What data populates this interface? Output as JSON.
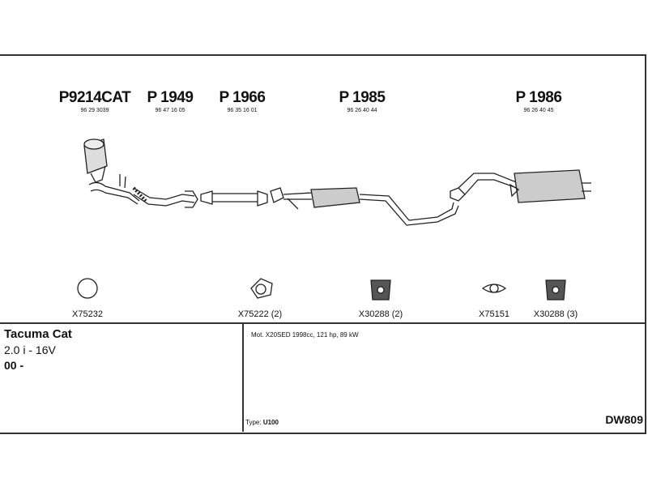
{
  "parts": [
    {
      "number": "P9214CAT",
      "oe": "96 29 3039"
    },
    {
      "number": "P 1949",
      "oe": "96 47 16 05"
    },
    {
      "number": "P 1966",
      "oe": "96 35 16 01"
    },
    {
      "number": "P 1985",
      "oe": "96 26 40 44"
    },
    {
      "number": "P 1986",
      "oe": "96 26 40 45"
    }
  ],
  "accessories": [
    {
      "code": "X75232",
      "icon": "ring-gasket-icon"
    },
    {
      "code": "X75222 (2)",
      "icon": "triangle-flange-gasket-icon"
    },
    {
      "code": "X30288 (2)",
      "icon": "rubber-hanger-icon"
    },
    {
      "code": "X75151",
      "icon": "oval-flange-gasket-icon"
    },
    {
      "code": "X30288 (3)",
      "icon": "rubber-hanger-icon"
    }
  ],
  "vehicle": {
    "model": "Tacuma Cat",
    "engine": "2.0 i - 16V",
    "year": "00 -"
  },
  "details": {
    "motor": "Mot. X20SED 1998cc, 121 hp, 89 kW",
    "type_label": "Type:",
    "type_value": "U100",
    "code": "DW809"
  }
}
